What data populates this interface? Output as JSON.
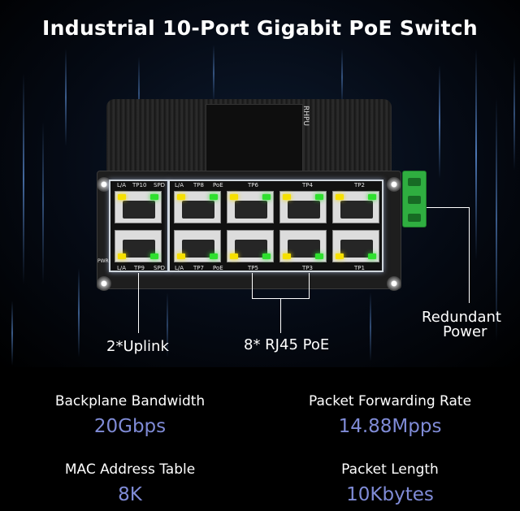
{
  "title": "Industrial 10-Port Gigabit PoE Switch",
  "device": {
    "brand": "RHPU",
    "top_labels": [
      "L/A",
      "TP10",
      "SPD",
      "L/A",
      "TP8",
      "PoE",
      "TP6",
      "TP4",
      "TP2"
    ],
    "bottom_labels": [
      "L/A",
      "TP9",
      "SPD",
      "L/A",
      "TP7",
      "PoE",
      "TP5",
      "TP3",
      "TP1"
    ],
    "pwr_label": "PWR"
  },
  "callouts": {
    "uplink": "2*Uplink",
    "rj45": "8* RJ45 PoE",
    "power_line1": "Redundant",
    "power_line2": "Power"
  },
  "specs": [
    {
      "label": "Backplane Bandwidth",
      "value": "20Gbps"
    },
    {
      "label": "Packet Forwarding Rate",
      "value": "14.88Mpps"
    },
    {
      "label": "MAC Address Table",
      "value": "8K"
    },
    {
      "label": "Packet Length",
      "value": "10Kbytes"
    }
  ],
  "colors": {
    "value_accent": "#7f8bd6",
    "led_yellow": "#f6e000",
    "led_green": "#2ee02e",
    "terminal_green": "#2fae40"
  }
}
